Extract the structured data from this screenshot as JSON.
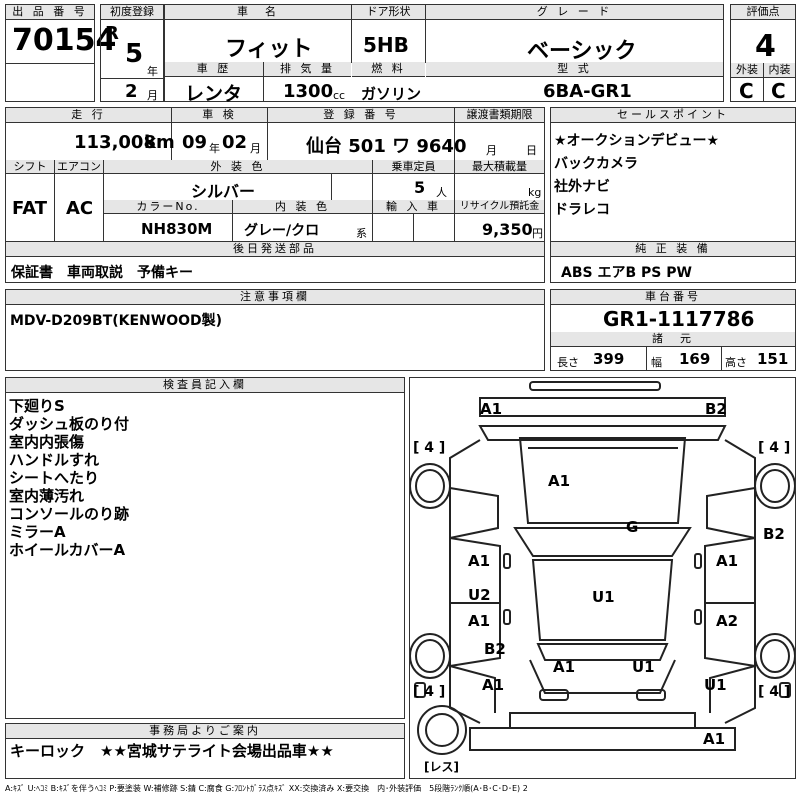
{
  "header": {
    "lot_no_label": "出 品 番 号",
    "lot_no": "70154",
    "first_reg_label": "初度登録",
    "era": "R",
    "first_reg_year": "5",
    "year_unit": "年",
    "first_reg_month": "2",
    "month_unit": "月",
    "car_name_label": "車　名",
    "car_name": "フィット",
    "door_label": "ドア形状",
    "door": "5HB",
    "grade_label": "グ レ ー ド",
    "grade": "ベーシック",
    "score_label": "評価点",
    "score": "4",
    "history_label": "車 歴",
    "history": "レンタ",
    "displacement_label": "排 気 量",
    "displacement": "1300",
    "displacement_unit": "cc",
    "fuel_label": "燃 料",
    "fuel": "ガソリン",
    "model_label": "型 式",
    "model": "6BA-GR1",
    "ext_label": "外装",
    "ext": "C",
    "int_label": "内装",
    "int": "C"
  },
  "info": {
    "mileage_label": "走 行",
    "mileage": "113,008",
    "mileage_unit": "km",
    "inspection_label": "車 検",
    "insp_year": "09",
    "insp_year_unit": "年",
    "insp_month": "02",
    "insp_month_unit": "月",
    "reg_no_label": "登 録 番 号",
    "reg_no": "仙台 501 ワ 9640",
    "transfer_label": "譲渡書類期限",
    "transfer_month_unit": "月",
    "transfer_day_unit": "日",
    "shift_label": "シフト",
    "shift": "FAT",
    "ac_label": "エアコン",
    "ac": "AC",
    "ext_color_label": "外 装 色",
    "ext_color": "シルバー",
    "capacity_label": "乗車定員",
    "capacity": "5",
    "capacity_unit": "人",
    "max_load_label": "最大積載量",
    "max_load_unit": "kg",
    "color_no_label": "カラーNo.",
    "color_no": "NH830M",
    "int_color_label": "内 装 色",
    "int_color": "グレー/クロ",
    "int_color_suffix": "系",
    "import_label": "輸 入 車",
    "recycle_label": "リサイクル預託金",
    "recycle": "9,350",
    "recycle_unit": "円",
    "shipping_label": "後日発送部品",
    "shipping": "保証書　車両取説　予備キー"
  },
  "sales_points": {
    "label": "セールスポイント",
    "items": [
      "★オークションデビュー★",
      "バックカメラ",
      "社外ナビ",
      "ドラレコ"
    ]
  },
  "equipment": {
    "label": "純 正 装 備",
    "value": "ABS エアB PS PW"
  },
  "notes": {
    "label": "注意事項欄",
    "value": "MDV-D209BT(KENWOOD製)"
  },
  "chassis": {
    "label": "車台番号",
    "value": "GR1-1117786",
    "specs_label": "諸　元",
    "length_label": "長さ",
    "length": "399",
    "width_label": "幅",
    "width": "169",
    "height_label": "高さ",
    "height": "151"
  },
  "inspector": {
    "label": "検査員記入欄",
    "lines": [
      "下廻りS",
      "ダッシュ板のり付",
      "室内内張傷",
      "ハンドルすれ",
      "シートへたり",
      "室内薄汚れ",
      "コンソールのり跡",
      "ミラーA",
      "ホイールカバーA"
    ]
  },
  "diagram": {
    "marks": {
      "front_left": "A1",
      "front_right": "B2",
      "hood": "A1",
      "windshield": "G",
      "right_front_fender": "B2",
      "left_front_door": "A1",
      "right_front_door": "A1",
      "left_rear_door_1": "U2",
      "left_rear_door_2": "A1",
      "roof": "U1",
      "right_rear_door": "A2",
      "left_rear_fender": "B2",
      "left_rear_quarter": "A1",
      "rear_left": "A1",
      "rear_right": "U1",
      "rear_right_quarter": "U1",
      "rear_bumper": "A1"
    },
    "tire_fl": "[ 4 ]",
    "tire_fr": "[ 4 ]",
    "tire_rl": "[ 4 ]",
    "tire_rr": "[ 4 ]",
    "spare": "[レス]"
  },
  "office": {
    "label": "事務局よりご案内",
    "value": "キーロック　★★宮城サテライト会場出品車★★"
  },
  "legend": "A:ｷｽﾞ U:ﾍｺﾐ B:ｷｽﾞを伴うﾍｺﾐ P:要塗装 W:補修跡 S:錆 C:腐食 G:ﾌﾛﾝﾄｶﾞﾗｽ点ｷｽﾞ XX:交換済み X:要交換　内･外装評価　5段階ﾗﾝｸ順(A･B･C･D･E) 2"
}
